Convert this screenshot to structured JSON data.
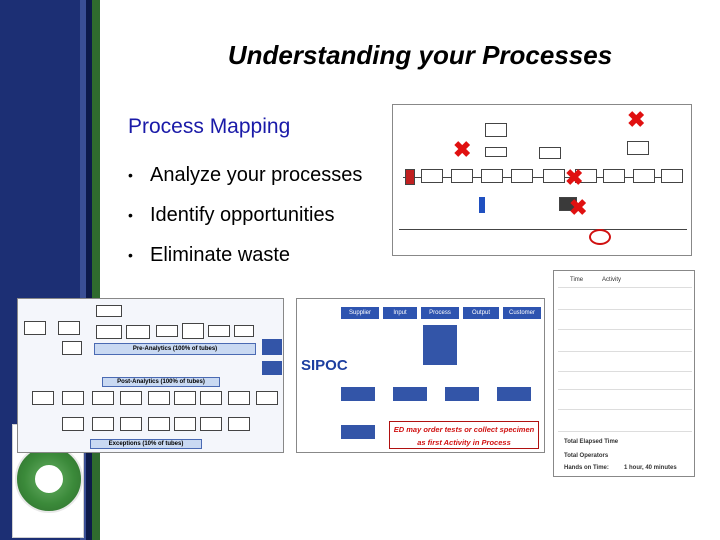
{
  "slide": {
    "title": "Understanding your Processes",
    "subtitle": "Process Mapping",
    "bullets": [
      "Analyze your processes",
      "Identify opportunities",
      "Eliminate waste"
    ],
    "logo_alt": "THE AGA KHAN UNIVERSITY",
    "accent_color": "#1a1aa8",
    "sidebar_color": "#1c2f74"
  },
  "thumbnails": {
    "flow": {
      "top_label": "Pre-Analytics (100% of tubes)",
      "mid_label": "Post-Analytics (100% of tubes)",
      "bottom_label": "Exceptions (10% of tubes)"
    },
    "sipoc": {
      "label": "SIPOC",
      "headers": [
        "Supplier",
        "Input",
        "Process",
        "Output",
        "Customer"
      ],
      "note": "ED may order tests or collect specimen as first Activity in Process"
    },
    "table": {
      "col_time": "Time",
      "col_activity": "Activity",
      "total_elapsed": "Total Elapsed Time",
      "total_operators": "Total Operators",
      "hands_on": "Hands on Time:",
      "hands_on_value": "1 hour, 40 minutes"
    }
  }
}
